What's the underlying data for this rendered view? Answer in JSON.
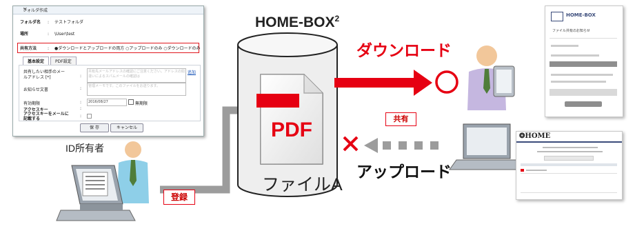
{
  "dialog": {
    "title": "フォルダ作成",
    "folder_name_label": "フォルダ名",
    "folder_name_value": "テストフォルダ",
    "location_label": "場所",
    "location_value": "\\User\\test",
    "permission_label": "共有方法",
    "permission_value": "●ダウンロードとアップロードの両方  ○アップロードのみ  ○ダウンロードのみ",
    "tab_basic": "基本設定",
    "tab_pdf": "PDF設定",
    "field_mail_label": "共有したい相手のメールアドレス [*]",
    "field_mail_placeholder": "共有先メールアドレスの確認にご注意ください。アドレスの間違いによるスパムメールの確認は",
    "field_mail_link": "追加",
    "field_message_label": "お知らせ文書",
    "field_message_placeholder": "管理メーモです。このファイルをお送ります。",
    "field_expiry_label": "有効期限",
    "field_expiry_value": "2016/08/27",
    "field_expiry_check": "無期限",
    "field_access_key_label": "アクセスキー",
    "field_notify_label": "アクセスキーをメールに記載する",
    "btn_ok": "保 存",
    "btn_cancel": "キャンセル"
  },
  "diagram": {
    "title": "HOME-BOX",
    "title_sup": "2",
    "download_label": "ダウンロード",
    "upload_label": "アップロード",
    "share_tag": "共有",
    "register_tag": "登録",
    "owner_label": "ID所有者",
    "file_label": "ファイルA",
    "pdf_text": "PDF",
    "download_result": "○",
    "upload_result": "×"
  },
  "right_doc": {
    "brand": "HOME-BOX",
    "heading": "ファイル共有のお知らせ"
  },
  "right_screen": {
    "brand": "HOME"
  },
  "colors": {
    "red": "#e60012",
    "gray_arrow": "#9c9c9c",
    "cylinder_body": "#eeeeee",
    "cylinder_edge": "#222222",
    "person_shirt": "#8ecfe8",
    "person_skin": "#f2c79a",
    "tie": "#4f7d3a"
  }
}
